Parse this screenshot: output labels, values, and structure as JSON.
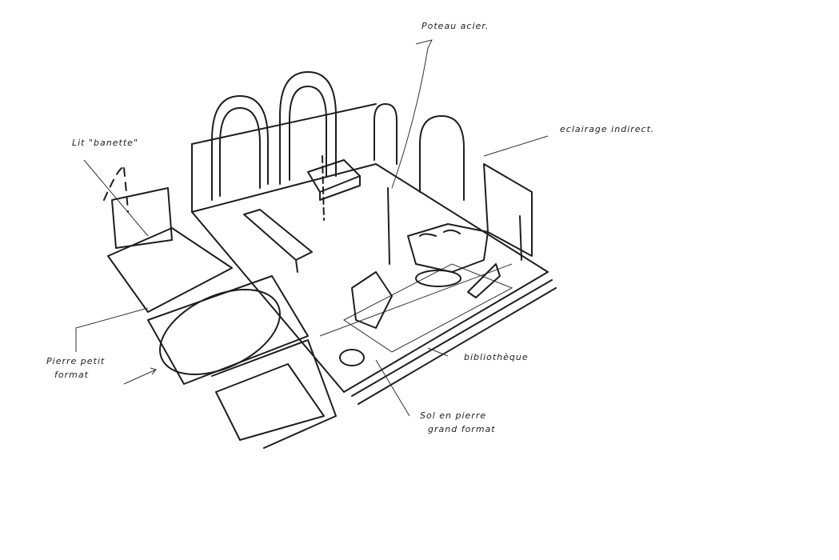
{
  "annotations": {
    "lit": "Lit \"banette\"",
    "poteau": "Poteau acier.",
    "eclairage": "eclairage indirect.",
    "pierre_petit_1": "Pierre petit",
    "pierre_petit_2": "format",
    "bibliotheque": "bibliothèque",
    "sol_1": "Sol en pierre",
    "sol_2": "grand format"
  }
}
